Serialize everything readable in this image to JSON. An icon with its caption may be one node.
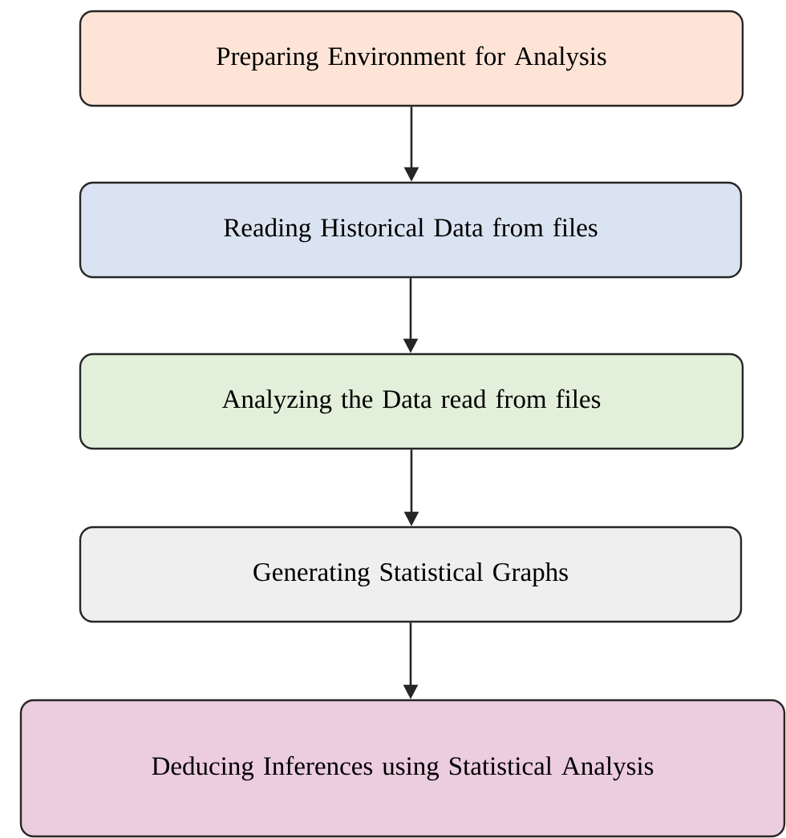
{
  "diagram": {
    "nodes": [
      {
        "text": [
          "Preparing Environment for Analysis"
        ]
      },
      {
        "text": [
          "Reading Historical Data from files"
        ]
      },
      {
        "text": [
          "Analyzing the Data read from files"
        ]
      },
      {
        "text": [
          "Generating Statistical Graphs"
        ]
      },
      {
        "text": [
          "Deducing Inferences using Statistical Analysis"
        ]
      }
    ],
    "edges": [
      {
        "from": 0,
        "to": 1,
        "arrow": "to"
      },
      {
        "from": 1,
        "to": 2,
        "arrow": "to"
      },
      {
        "from": 2,
        "to": 3,
        "arrow": "to"
      },
      {
        "from": 3,
        "to": 4,
        "arrow": "to"
      }
    ]
  }
}
